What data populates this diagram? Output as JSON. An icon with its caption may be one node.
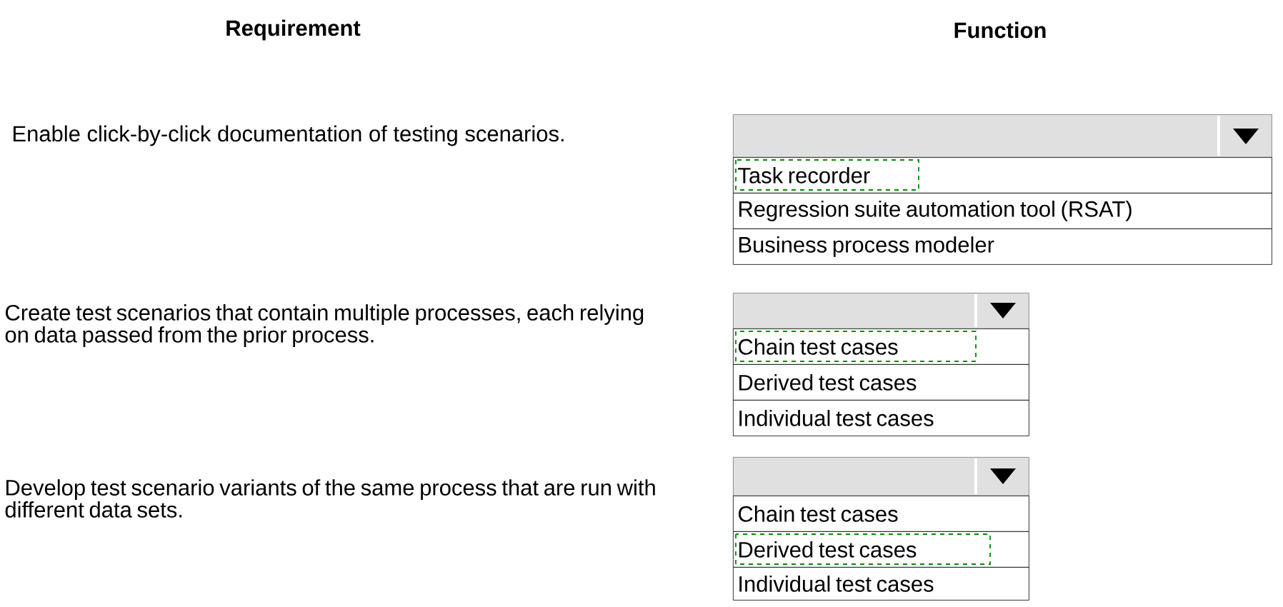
{
  "diagram": {
    "nodes": [
      {
        "text": [],
        "shape": "box"
      },
      {
        "text": [
          "Task recorder"
        ]
      },
      {
        "text": [
          "Regression suite automation tool (RSAT)"
        ]
      },
      {
        "text": [
          "Business process modeler"
        ]
      },
      {
        "text": [],
        "shape": "box"
      },
      {
        "text": [
          "Chain test cases"
        ]
      },
      {
        "text": [
          "Derived test cases"
        ]
      },
      {
        "text": [
          "Individual test cases"
        ]
      },
      {
        "text": [],
        "shape": "box"
      },
      {
        "text": [
          "Chain test cases"
        ]
      },
      {
        "text": [
          "Derived test cases"
        ]
      },
      {
        "text": [
          "Individual test cases"
        ]
      }
    ],
    "labels": [
      "Requirement",
      "Function",
      "Enable click-by-click documentation of testing scenarios.",
      "Create test scenarios that contain multiple processes, each relying on data passed from the prior process.",
      "Develop test scenario variants of the same process that are run with different data sets."
    ]
  }
}
